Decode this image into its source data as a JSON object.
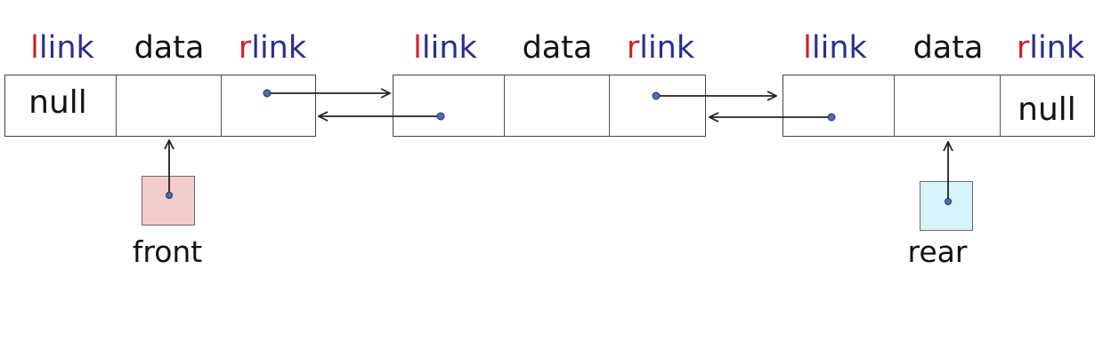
{
  "diagram": {
    "nodes": [
      {
        "headers": {
          "llink": {
            "first": "l",
            "rest": "link"
          },
          "data": "data",
          "rlink": {
            "first": "r",
            "rest": "link"
          }
        },
        "llink_value": "null",
        "data_value": "",
        "rlink_value": ""
      },
      {
        "headers": {
          "llink": {
            "first": "l",
            "rest": "link"
          },
          "data": "data",
          "rlink": {
            "first": "r",
            "rest": "link"
          }
        },
        "llink_value": "",
        "data_value": "",
        "rlink_value": ""
      },
      {
        "headers": {
          "llink": {
            "first": "l",
            "rest": "link"
          },
          "data": "data",
          "rlink": {
            "first": "r",
            "rest": "link"
          }
        },
        "llink_value": "",
        "data_value": "",
        "rlink_value": "null"
      }
    ],
    "pointers": {
      "front": {
        "label": "front",
        "fill": "#f2cccc"
      },
      "rear": {
        "label": "rear",
        "fill": "#d8f4fb"
      }
    },
    "colors": {
      "l_letter": "#d0202a",
      "link_text": "#2a2f8f",
      "line": "#222222",
      "dot": "#4a6fb5"
    }
  }
}
